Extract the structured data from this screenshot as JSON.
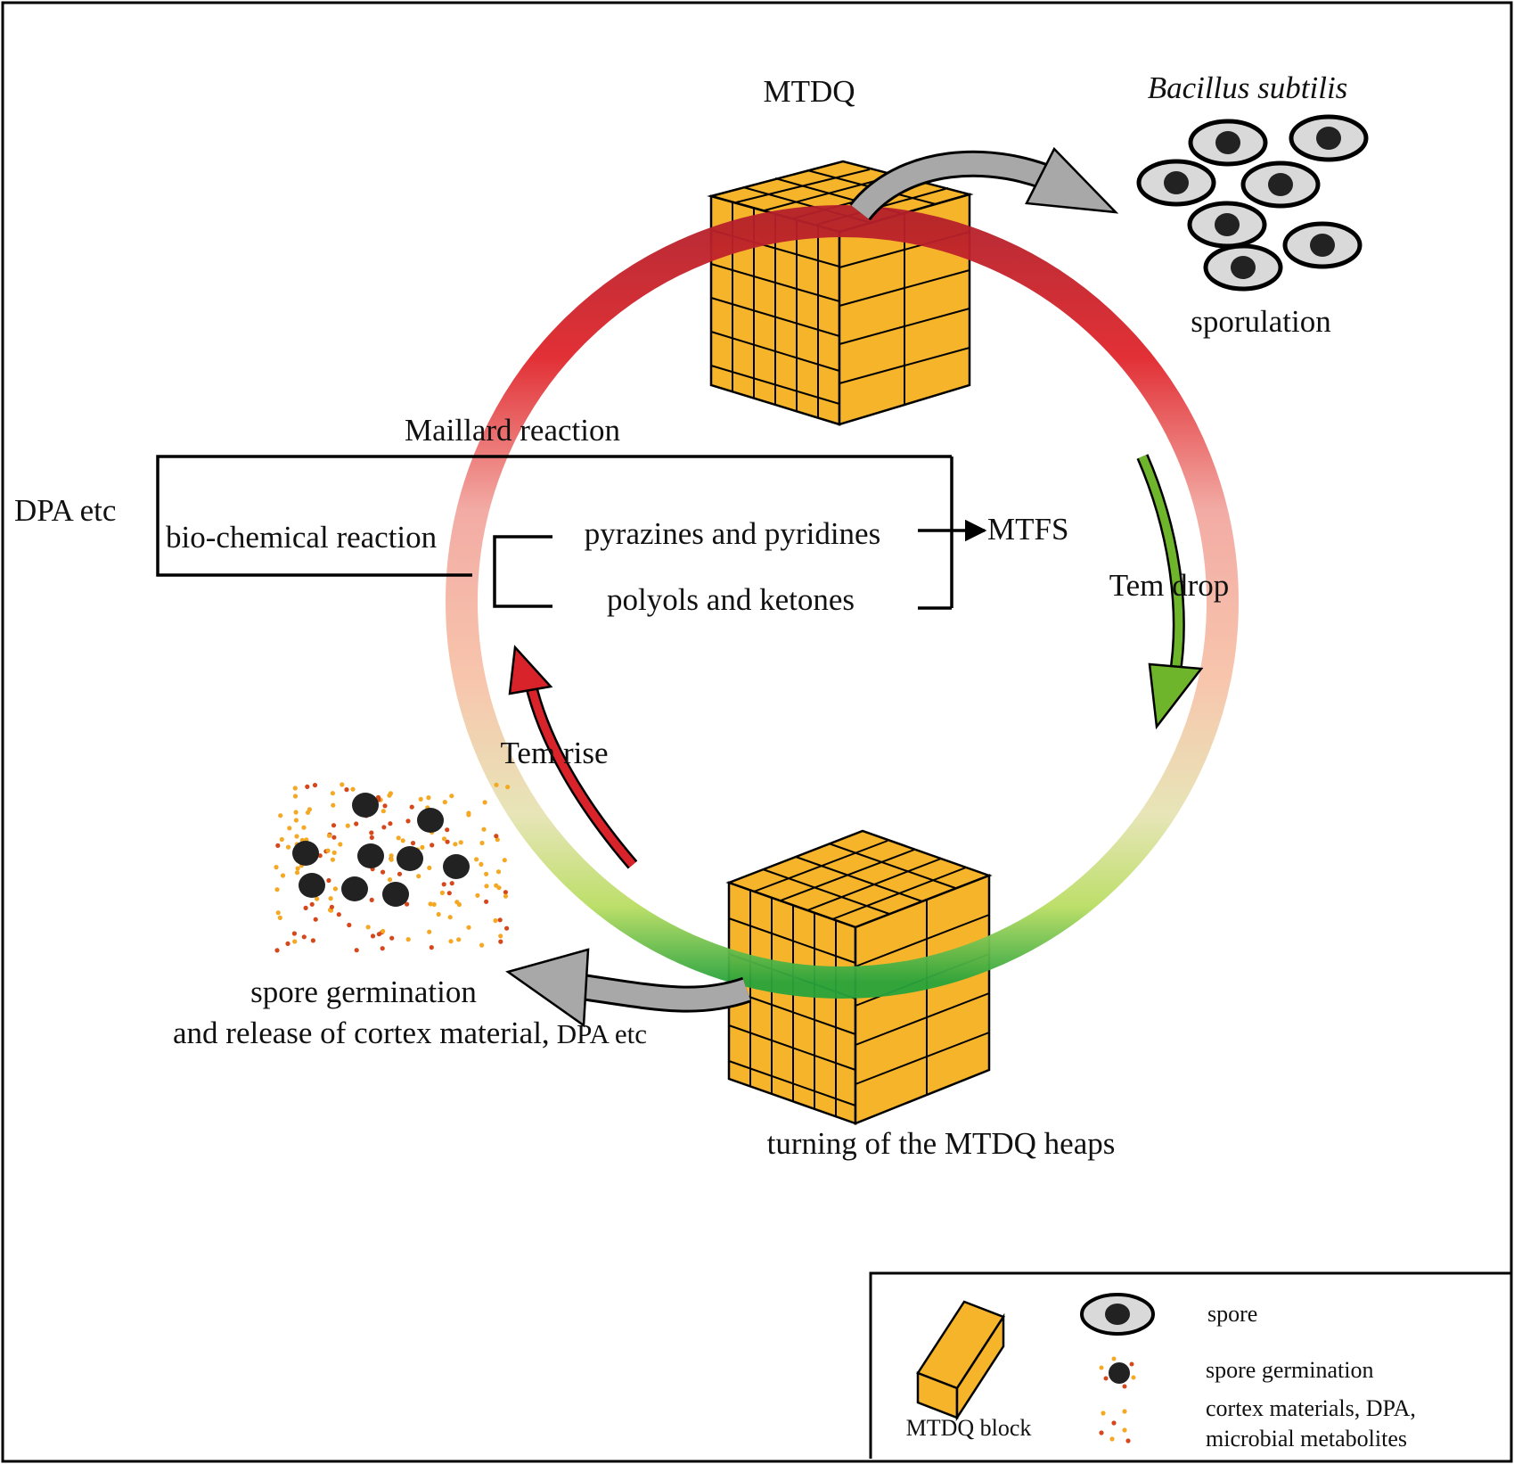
{
  "labels": {
    "top_cube": "MTDQ",
    "organism": "Bacillus subtilis",
    "sporulation": "sporulation",
    "maillard": "Maillard reaction",
    "dpa_etc": "DPA  etc",
    "biochemical": "bio-chemical reaction",
    "pyrazines": "pyrazines and pyridines",
    "polyols": "polyols and ketones",
    "mtfs": "MTFS",
    "tem_drop": "Tem drop",
    "tem_rise": "Tem rise",
    "germination_line1": "spore germination",
    "germination_line2": "and release of cortex material,",
    "germination_line2_small": "DPA etc",
    "turning": "turning of the MTDQ heaps"
  },
  "legend": {
    "block": "MTDQ block",
    "spore": "spore",
    "germination": "spore germination",
    "metabolites_line1": "cortex materials, DPA,",
    "metabolites_line2": "microbial metabolites"
  },
  "colors": {
    "cube_fill": "#f6b42b",
    "spore_fill": "#d9d9d9",
    "spore_core": "#222222",
    "arrow_grey": "#a8a8a8",
    "arrow_green": "#6fb52c",
    "arrow_red": "#d8232a",
    "ring_hot": "#e0262c",
    "ring_cool": "#2aa23a"
  }
}
